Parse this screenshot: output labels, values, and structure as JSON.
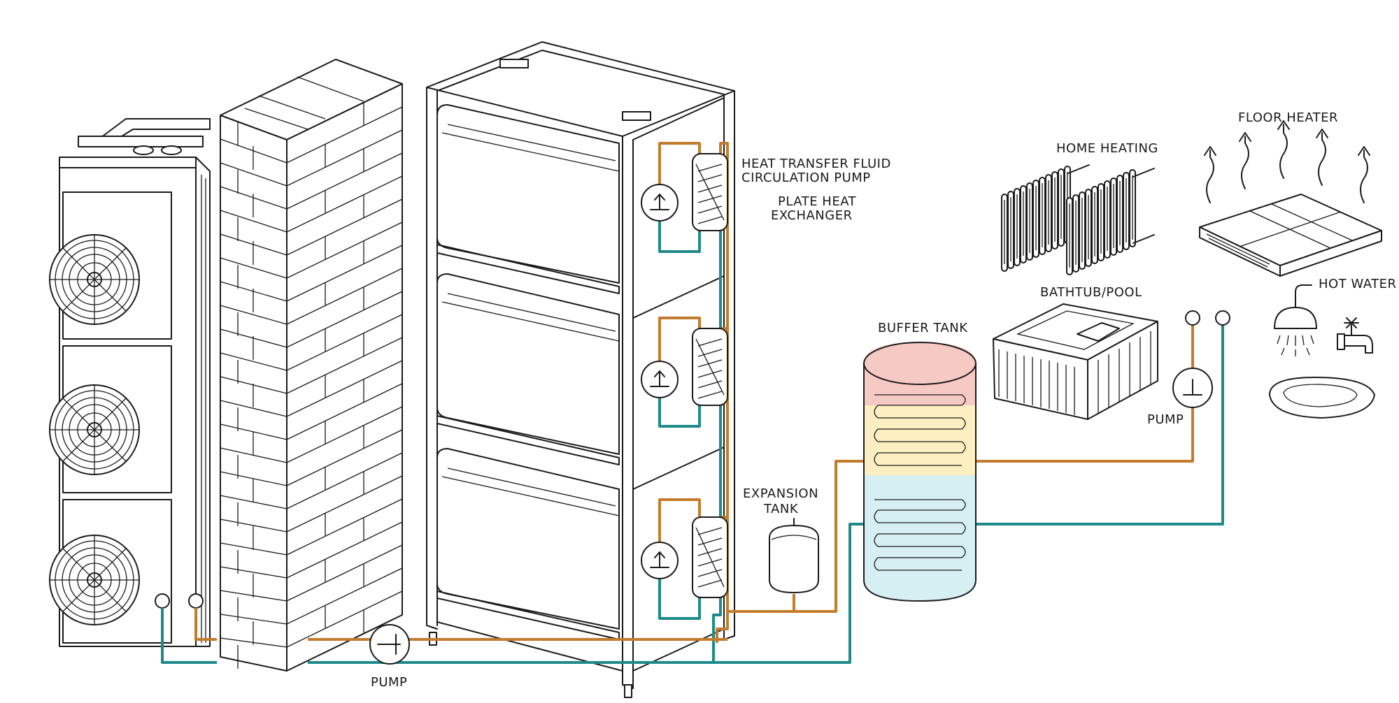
{
  "labels": {
    "heat_transfer_fluid_line1": "HEAT TRANSFER FLUID",
    "heat_transfer_fluid_line2": "CIRCULATION PUMP",
    "plate_heat_line1": "PLATE HEAT",
    "plate_heat_line2": "EXCHANGER",
    "home_heating": "HOME HEATING",
    "floor_heater": "FLOOR HEATER",
    "hot_water": "HOT WATER",
    "bathtub_pool": "BATHTUB/POOL",
    "buffer_tank": "BUFFER TANK",
    "pump_right": "PUMP",
    "expansion_line1": "EXPANSION",
    "expansion_line2": "TANK",
    "pump_bottom": "PUMP"
  },
  "colors": {
    "hot_pipe": "#c27c2c",
    "cold_pipe": "#1f8a8a",
    "tank_hot": "#f7c9c4",
    "tank_warm": "#fbefc2",
    "tank_cool": "#d6eff3",
    "outline": "#1a1a1a"
  },
  "icons": {
    "fan": "fan-icon",
    "pump": "pump-icon",
    "heat_exchanger": "plate-heat-exchanger-icon",
    "radiator": "radiator-icon",
    "floor_heater": "floor-heater-icon",
    "shower": "shower-icon",
    "faucet": "faucet-icon",
    "sink": "sink-icon",
    "bathtub": "bathtub-icon",
    "expansion_tank": "expansion-tank-icon",
    "buffer_tank": "buffer-tank-icon",
    "wall": "brick-wall-icon",
    "heat_arrow": "heat-wave-arrow-icon"
  }
}
